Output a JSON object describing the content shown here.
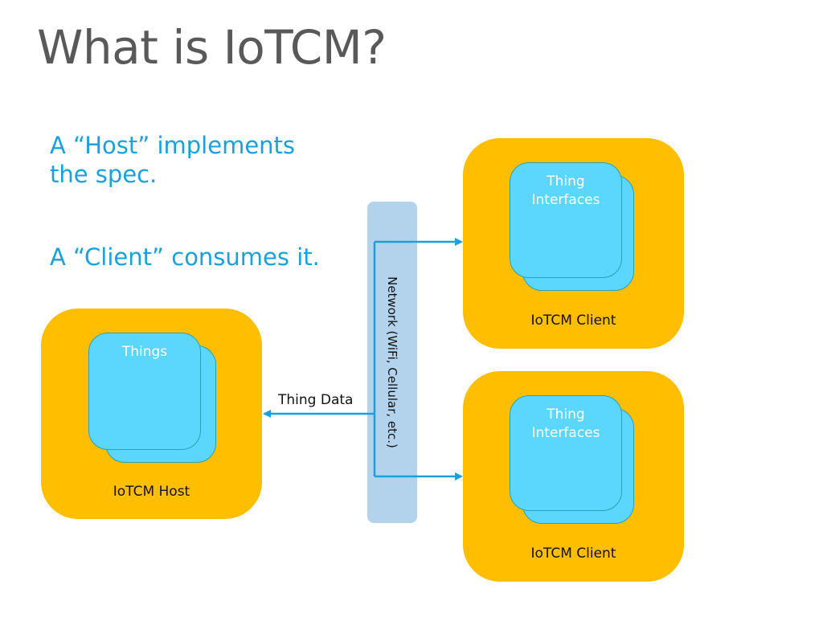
{
  "title": "What is IoTCM?",
  "bullets": [
    "A “Host” implements the spec.",
    "A “Client” consumes it."
  ],
  "host": {
    "card_label": "Things",
    "label": "IoTCM Host"
  },
  "clients": [
    {
      "card_label": "Thing Interfaces",
      "label": "IoTCM Client"
    },
    {
      "card_label": "Thing Interfaces",
      "label": "IoTCM Client"
    }
  ],
  "network": {
    "label": "Network (WiFi, Cellular, etc.)"
  },
  "thing_data_label": "Thing Data",
  "colors": {
    "title": "#595959",
    "accent": "#1aa1dc",
    "box": "#ffbf00",
    "card": "#5bd7fd",
    "card_border": "#2aa0b8",
    "network_bar": "#b3d3ec",
    "arrow": "#1aa1dc"
  }
}
